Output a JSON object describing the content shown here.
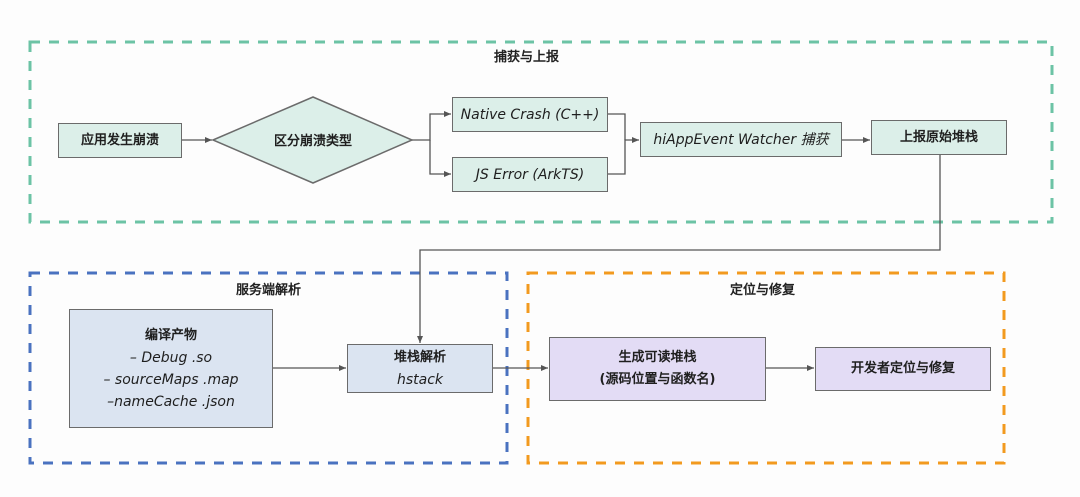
{
  "groups": {
    "capture": {
      "title": "捕获与上报",
      "color": "#6cc3a5"
    },
    "server": {
      "title": "服务端解析",
      "color": "#4a72c0"
    },
    "fix": {
      "title": "定位与修复",
      "color": "#f29a1f"
    }
  },
  "nodes": {
    "crash": "应用发生崩溃",
    "classify": "区分崩溃类型",
    "native": "Native Crash (C++)",
    "js": "JS Error (ArkTS)",
    "watcher": "hiAppEvent Watcher 捕获",
    "report": "上报原始堆栈",
    "artifacts": {
      "title": "编译产物",
      "lines": [
        "– Debug .so",
        "– sourceMaps .map",
        "–nameCache .json"
      ]
    },
    "parse": {
      "title": "堆栈解析",
      "tool": "hstack"
    },
    "readable": {
      "title": "生成可读堆栈",
      "subtitle": "(源码位置与函数名)"
    },
    "developer": "开发者定位与修复"
  },
  "colors": {
    "teal_fill": "#dcefe9",
    "blue_fill": "#dbe4f1",
    "purple_fill": "#e3dcf5",
    "line": "#555555"
  }
}
